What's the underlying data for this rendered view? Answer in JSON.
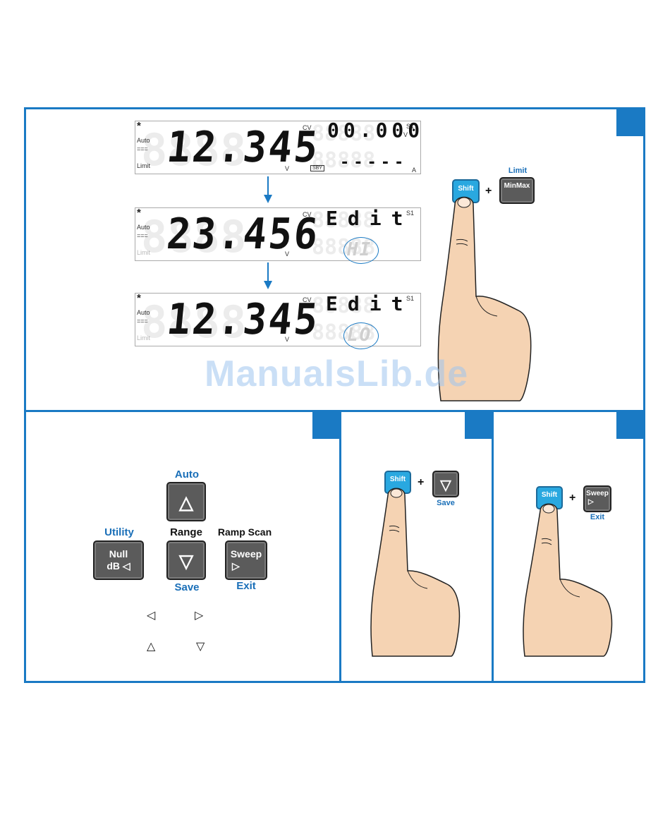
{
  "display1": {
    "star": "*",
    "auto": "Auto",
    "dc": "===",
    "limit": "Limit",
    "main": "12.345",
    "unit": "V",
    "cv": "CV",
    "s1": "S1",
    "top_right": "00.000",
    "top_right_unit": "V",
    "sby": "SBY",
    "bottom_right": "-----",
    "bottom_right_unit": "A"
  },
  "display2": {
    "star": "*",
    "auto": "Auto",
    "dc": "===",
    "limit": "Limit",
    "main": "23.456",
    "unit": "V",
    "cv": "CV",
    "s1": "S1",
    "edit": "Edit",
    "mode": "HI"
  },
  "display3": {
    "star": "*",
    "auto": "Auto",
    "dc": "===",
    "limit": "Limit",
    "main": "12.345",
    "unit": "V",
    "cv": "CV",
    "s1": "S1",
    "edit": "Edit",
    "mode": "LO"
  },
  "top_keys": {
    "shift": "Shift",
    "plus": "+",
    "limit": "Limit",
    "minmax": "MinMax"
  },
  "front_panel": {
    "auto": "Auto",
    "up_symbol": "△",
    "utility": "Utility",
    "range": "Range",
    "ramp_scan": "Ramp Scan",
    "null": "Null",
    "db": "dB ◁",
    "down_symbol": "▽",
    "sweep": "Sweep",
    "sweep_symbol": "▷",
    "save": "Save",
    "exit": "Exit",
    "left_arrow": "◁",
    "right_arrow": "▷",
    "up_arrow": "△",
    "down_arrow": "▽"
  },
  "save_keys": {
    "shift": "Shift",
    "plus": "+",
    "down_symbol": "▽",
    "save": "Save"
  },
  "exit_keys": {
    "shift": "Shift",
    "plus": "+",
    "sweep": "Sweep",
    "sweep_symbol": "▷",
    "exit": "Exit"
  },
  "watermark": "ManualsLib.de",
  "colors": {
    "accent": "#1a7ac4",
    "shift_key": "#29a8e0",
    "key_dark": "#5b5b5b",
    "skin": "#f5d3b3"
  }
}
